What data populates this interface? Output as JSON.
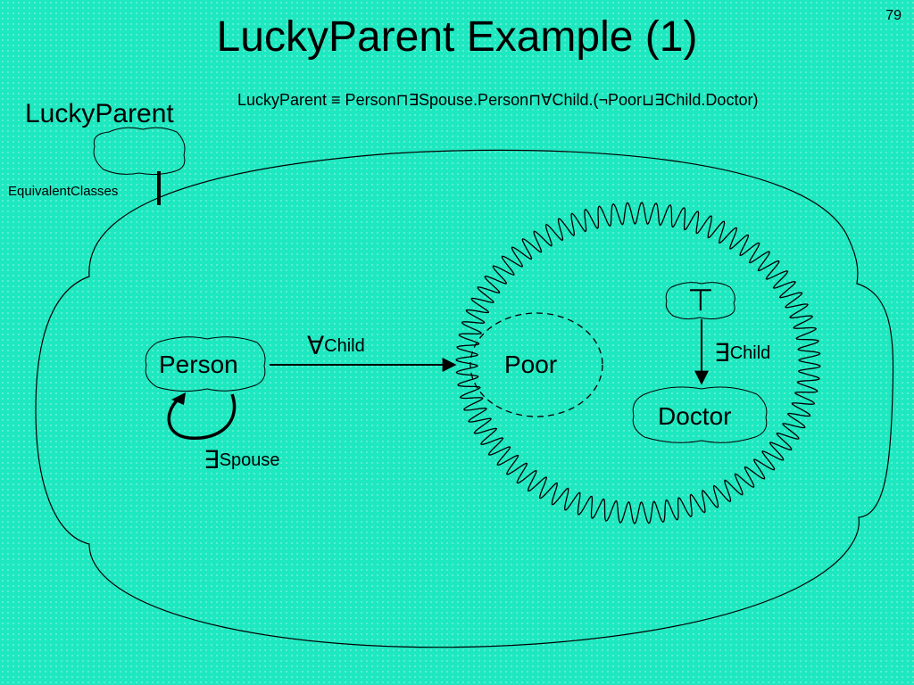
{
  "slide": {
    "title": "LuckyParent Example (1)",
    "page_number": "79"
  },
  "formula": "LuckyParent ≡ Person⊓∃Spouse.Person⊓∀Child.(¬Poor⊔∃Child.Doctor)",
  "nodes": {
    "lucky_parent": "LuckyParent",
    "person": "Person",
    "poor": "Poor",
    "doctor": "Doctor",
    "top": "⊤"
  },
  "edges": {
    "equivalent_classes": "EquivalentClasses",
    "forall_symbol": "∀",
    "exists_symbol": "∃",
    "child": "Child",
    "spouse": "Spouse"
  }
}
